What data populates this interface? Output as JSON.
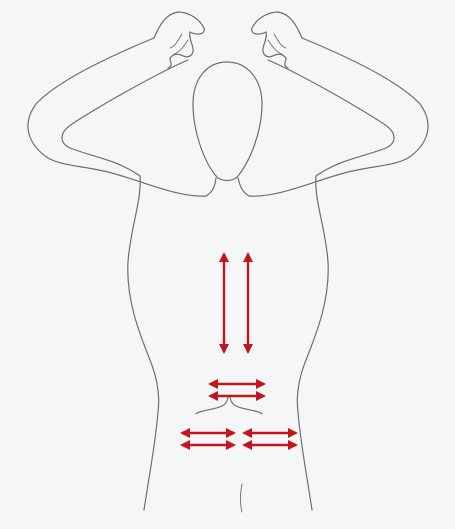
{
  "figure": {
    "subject": "back-view-figure-arms-raised",
    "colors": {
      "background": "#f5f6f8",
      "outline": "#6e6e6e",
      "arrow": "#c0161c"
    }
  },
  "arrows": [
    {
      "name": "vertical-arrow-left",
      "direction": "vertical"
    },
    {
      "name": "vertical-arrow-right",
      "direction": "vertical"
    },
    {
      "name": "horizontal-arrow-upper-top",
      "direction": "horizontal"
    },
    {
      "name": "horizontal-arrow-upper-bottom",
      "direction": "horizontal"
    },
    {
      "name": "horizontal-arrow-lower-left-top",
      "direction": "horizontal"
    },
    {
      "name": "horizontal-arrow-lower-left-bottom",
      "direction": "horizontal"
    },
    {
      "name": "horizontal-arrow-lower-right-top",
      "direction": "horizontal"
    },
    {
      "name": "horizontal-arrow-lower-right-bottom",
      "direction": "horizontal"
    }
  ]
}
